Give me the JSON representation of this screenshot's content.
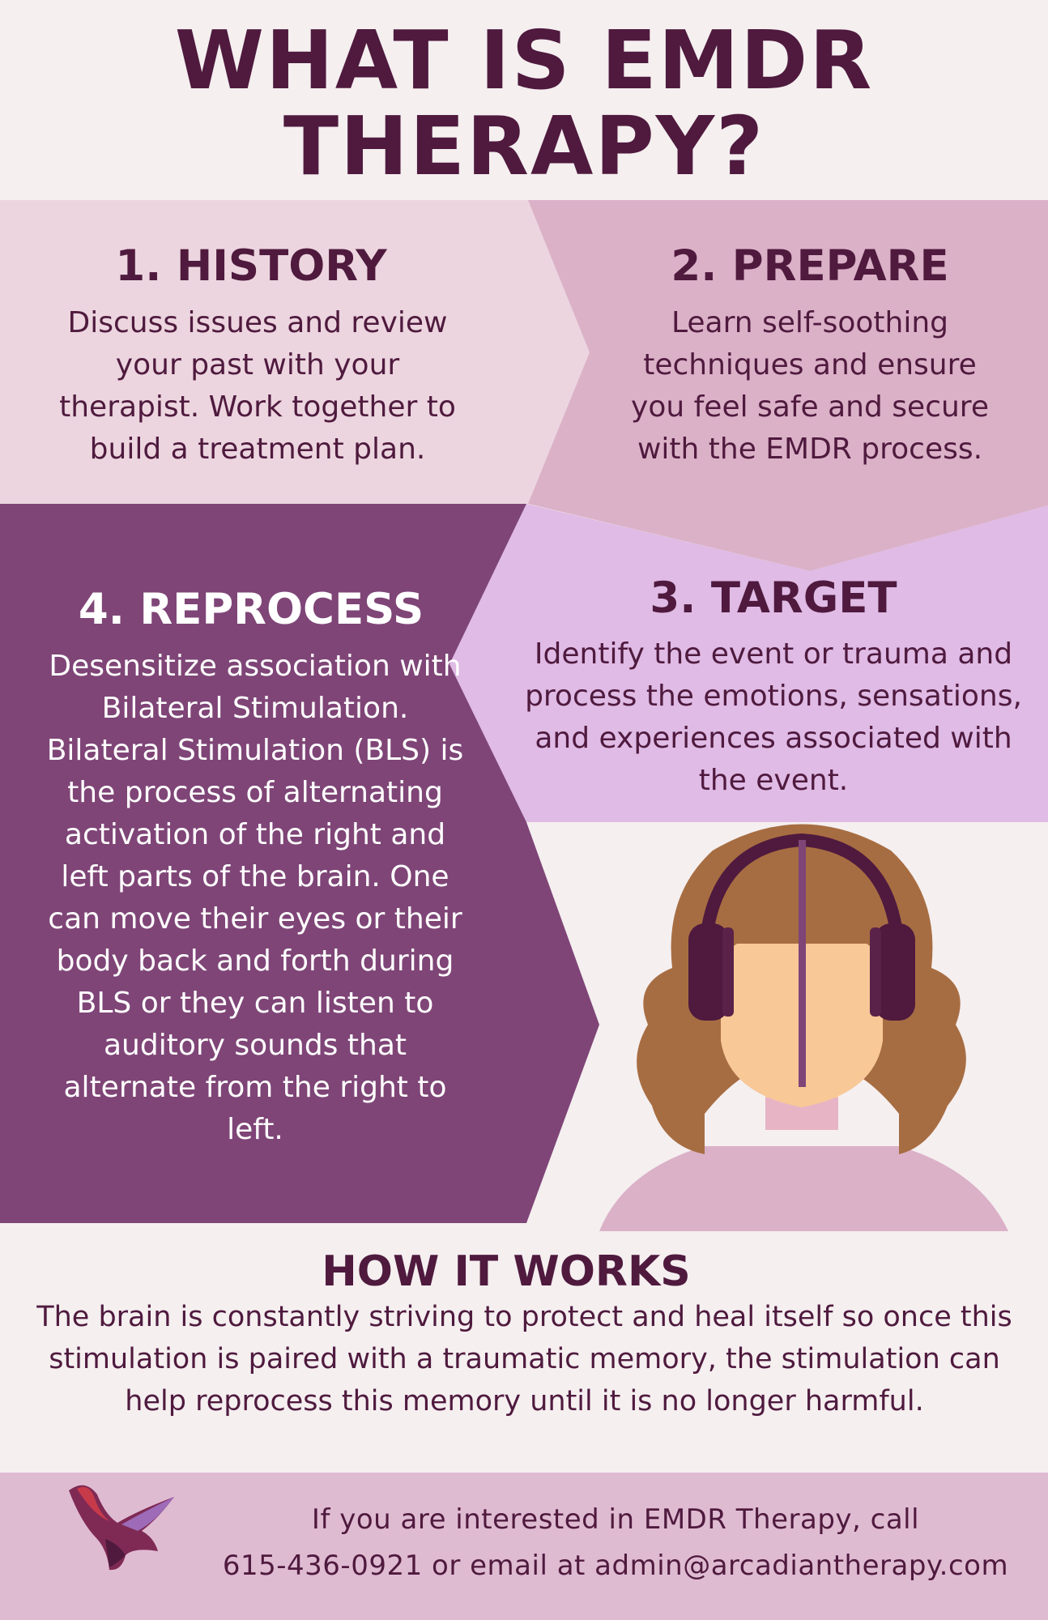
{
  "title_line1": "WHAT IS EMDR",
  "title_line2": "THERAPY?",
  "steps": [
    {
      "heading": "1. HISTORY",
      "text": "Discuss issues and review your past with your therapist. Work together to build a treatment plan."
    },
    {
      "heading": "2. PREPARE",
      "text": "Learn self-soothing techniques and ensure you feel safe and secure with the EMDR process."
    },
    {
      "heading": "3. TARGET",
      "text": "Identify the event or trauma and process the emotions, sensations, and experiences associated with the event."
    },
    {
      "heading": "4. REPROCESS",
      "text": "Desensitize association with Bilateral Stimulation. Bilateral Stimulation (BLS) is the process of alternating activation of the right and left parts of the brain. One can move their eyes or their body back and forth during BLS or they can listen to auditory sounds that alternate from the right to left."
    }
  ],
  "how_it_works": {
    "heading": "HOW IT WORKS",
    "text": "The brain is constantly striving to protect and heal itself so once this stimulation is paired with a traumatic memory, the stimulation can help reprocess this memory until it is no longer harmful."
  },
  "footer": {
    "line1": "If you are interested in EMDR Therapy, call",
    "line2": "615-436-0921 or email at admin@arcadiantherapy.com"
  },
  "colors": {
    "background": "#f5eff0",
    "step1": "#ecd5df",
    "step2": "#dbb1c8",
    "step3": "#dfbbe5",
    "step4": "#7f4577",
    "footer": "#dfbbd2",
    "text": "#4f1a3e"
  },
  "icons": {
    "illustration": "woman-with-headphones",
    "logo": "bird-logo"
  }
}
